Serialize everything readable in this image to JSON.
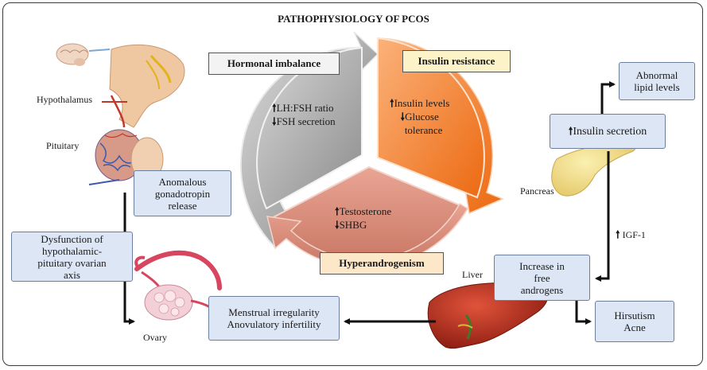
{
  "title": "PATHOPHYSIOLOGY OF PCOS",
  "cycle": {
    "hormonal": {
      "label": "Hormonal imbalance",
      "line1": "LH:FSH  ratio",
      "line2": "FSH secretion"
    },
    "insulin": {
      "label": "Insulin resistance",
      "line1": "Insulin levels",
      "line2": "Glucose",
      "line3": "tolerance"
    },
    "hyper": {
      "label": "Hyperandrogenism",
      "line1": "Testosterone",
      "line2": "SHBG"
    }
  },
  "labels": {
    "hypothalamus": "Hypothalamus",
    "pituitary": "Pituitary",
    "ovary": "Ovary",
    "liver": "Liver",
    "pancreas": "Pancreas",
    "igf": "IGF-1"
  },
  "boxes": {
    "gonadotropin": [
      "Anomalous",
      "gonadotropin",
      "release"
    ],
    "dysfunction": [
      "Dysfunction of",
      "hypothalamic-",
      "pituitary ovarian",
      "axis"
    ],
    "menstrual": [
      "Menstrual irregularity",
      "Anovulatory infertility"
    ],
    "androgens": [
      "Increase in",
      "free",
      "androgens"
    ],
    "hirsutism": [
      "Hirsutism",
      "Acne"
    ],
    "insulin_secretion": "Insulin secretion",
    "lipid": [
      "Abnormal",
      "lipid levels"
    ]
  },
  "arrows": {
    "up": "🠕",
    "down": "🠗"
  },
  "colors": {
    "hormonal": "#a6a6a6",
    "insulin": "#f07a2c",
    "hyper": "#d98a7a",
    "box_fill": "#dde6f5"
  }
}
